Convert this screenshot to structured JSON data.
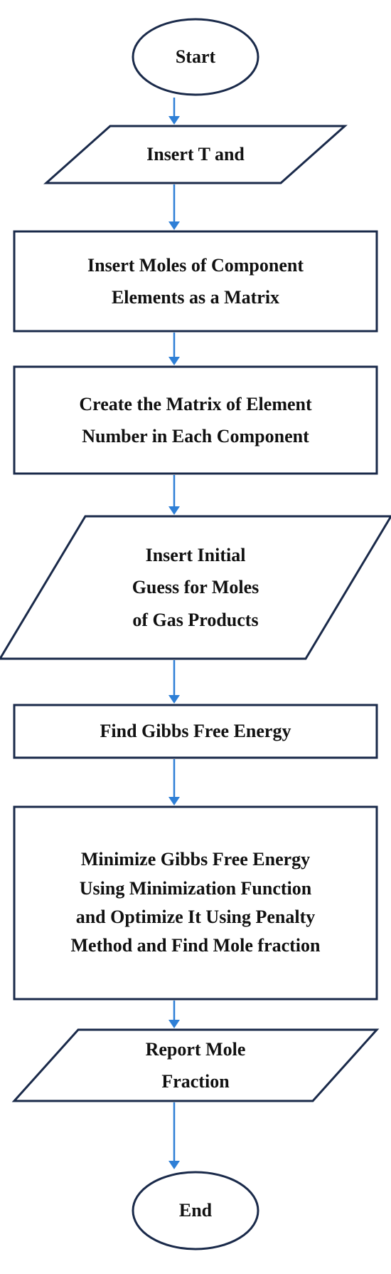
{
  "colors": {
    "shape_stroke": "#1a2a4a",
    "arrow": "#2e7fd6",
    "text": "#111111",
    "background": "#ffffff"
  },
  "nodes": [
    {
      "id": "start",
      "shape": "ellipse",
      "lines": [
        "Start"
      ]
    },
    {
      "id": "insert-t",
      "shape": "parallelogram",
      "lines": [
        "Insert T and"
      ]
    },
    {
      "id": "insert-moles",
      "shape": "rectangle",
      "lines": [
        "Insert Moles of Component",
        "Elements as a Matrix"
      ]
    },
    {
      "id": "create-matrix",
      "shape": "rectangle",
      "lines": [
        "Create the Matrix of Element",
        "Number in Each Component"
      ]
    },
    {
      "id": "insert-guess",
      "shape": "parallelogram",
      "lines": [
        "Insert Initial",
        "Guess for Moles",
        "of Gas Products"
      ]
    },
    {
      "id": "find-gibbs",
      "shape": "rectangle",
      "lines": [
        "Find Gibbs Free Energy"
      ]
    },
    {
      "id": "minimize-gibbs",
      "shape": "rectangle",
      "lines": [
        "Minimize Gibbs Free Energy",
        "Using Minimization Function",
        "and Optimize It Using Penalty",
        "Method and Find Mole fraction"
      ]
    },
    {
      "id": "report-mole",
      "shape": "parallelogram",
      "lines": [
        "Report Mole",
        "Fraction"
      ]
    },
    {
      "id": "end",
      "shape": "ellipse",
      "lines": [
        "End"
      ]
    }
  ]
}
